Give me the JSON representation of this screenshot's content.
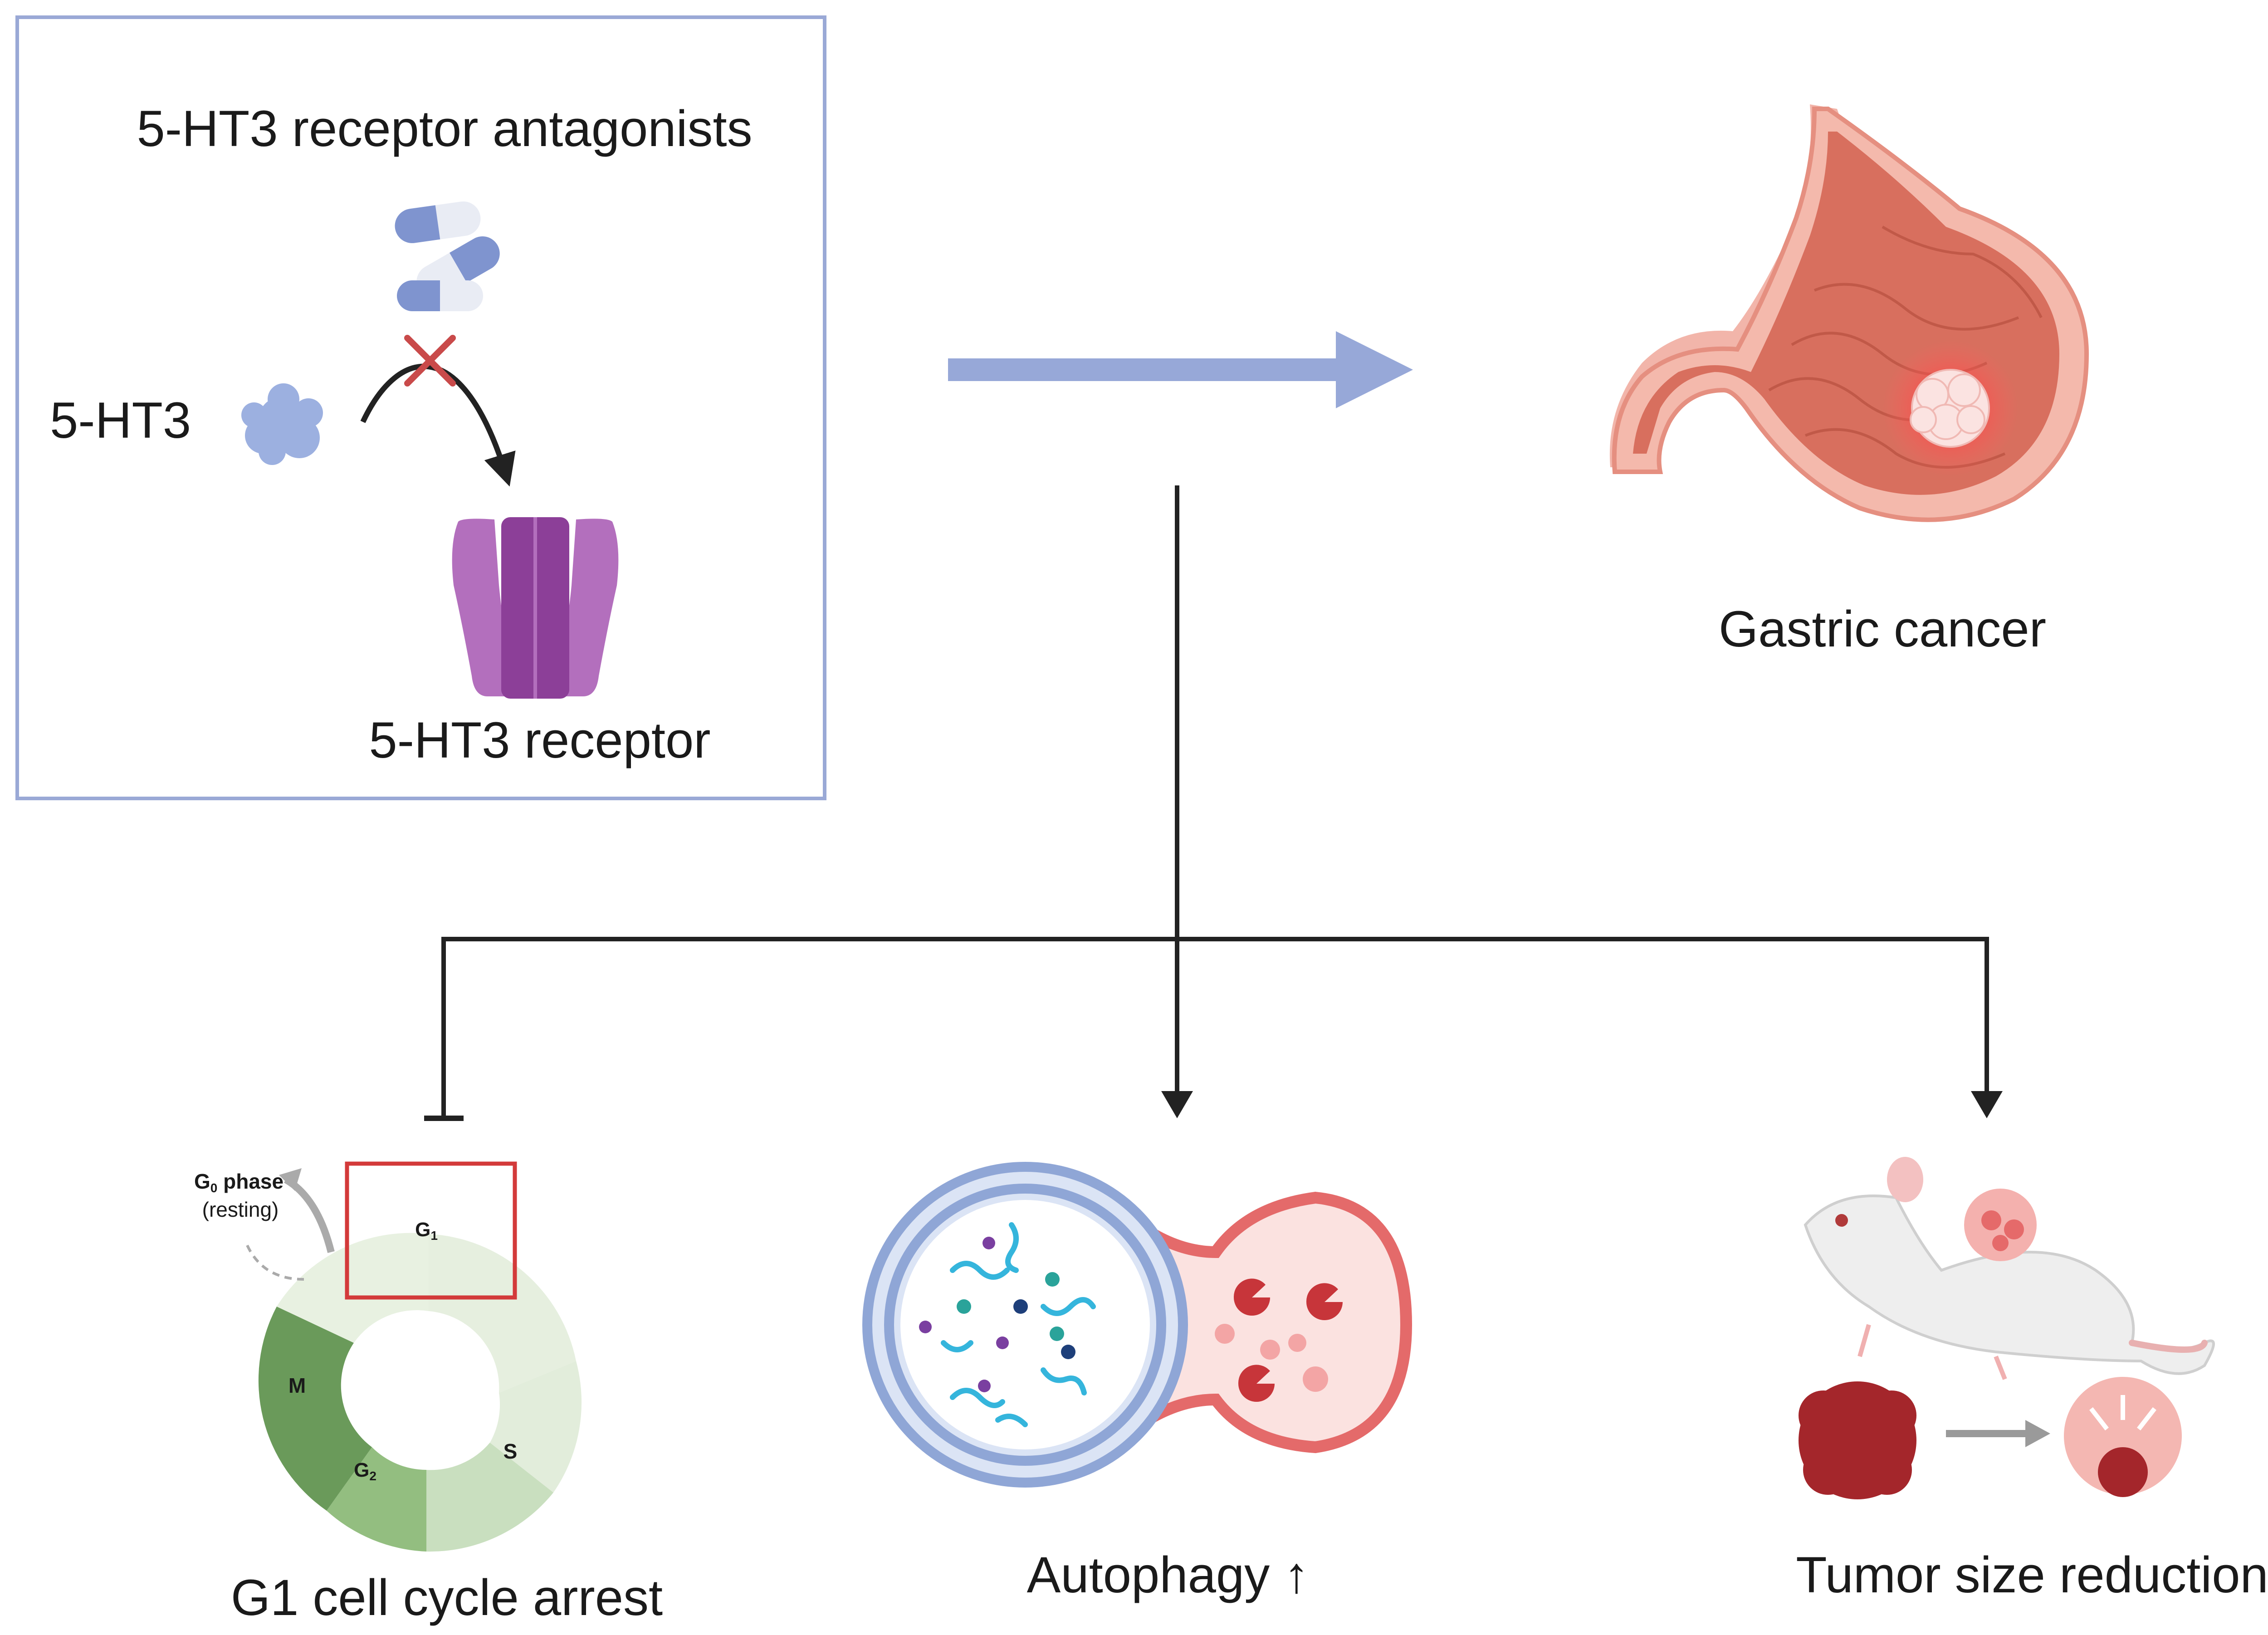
{
  "left_panel": {
    "title": "5-HT3 receptor antagonists",
    "ligand_label": "5-HT3",
    "receptor_label": "5-HT3 receptor"
  },
  "target": {
    "label": "Gastric cancer"
  },
  "outcomes": [
    {
      "label": "G1 cell cycle arrest"
    },
    {
      "label": "Autophagy ↑"
    },
    {
      "label": "Tumor size reduction"
    }
  ],
  "cell_cycle": {
    "g0_label_main": "G",
    "g0_label_sub": "0",
    "g0_label_rest": " phase",
    "resting": "(resting)",
    "g1_main": "G",
    "g1_sub": "1",
    "s": "S",
    "g2_main": "G",
    "g2_sub": "2",
    "m": "M"
  },
  "colors": {
    "panel_border": "#9aa9d6",
    "main_arrow": "#97a8d8",
    "connector": "#222222",
    "inhibit_x": "#c94a4a",
    "highlight_box": "#d33a3a",
    "receptor": "#9c4fa8",
    "stomach": "#e9826f",
    "lysosome": "#e46a6a",
    "autophagosome": "#8fa6d6"
  }
}
